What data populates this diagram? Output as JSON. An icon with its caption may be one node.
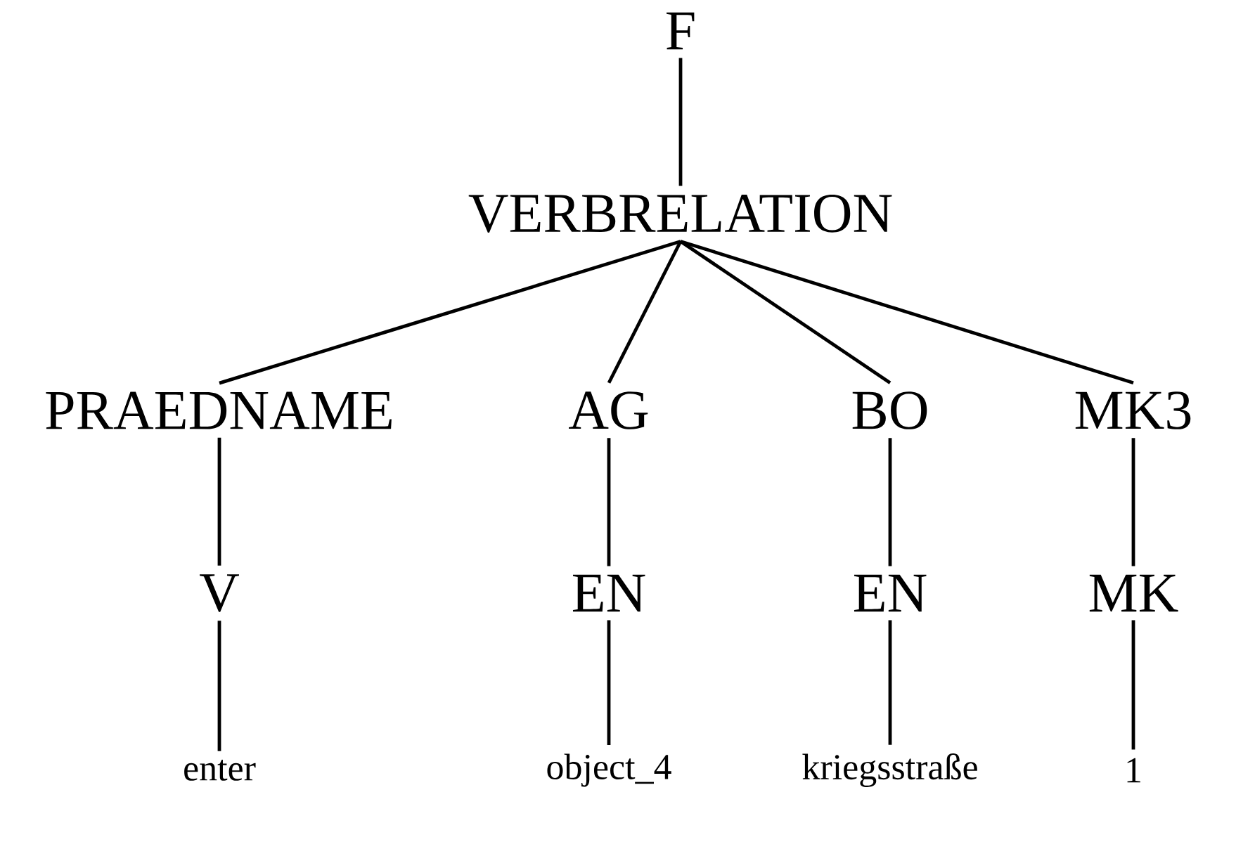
{
  "diagram": {
    "nodes": [
      {
        "text": [
          "F"
        ]
      },
      {
        "text": [
          "VERBRELATION"
        ]
      },
      {
        "text": [
          "PRAEDNAME"
        ]
      },
      {
        "text": [
          "AG"
        ]
      },
      {
        "text": [
          "BO"
        ]
      },
      {
        "text": [
          "MK3"
        ]
      },
      {
        "text": [
          "V"
        ]
      },
      {
        "text": [
          "EN"
        ]
      },
      {
        "text": [
          "EN"
        ]
      },
      {
        "text": [
          "MK"
        ]
      },
      {
        "text": [
          "enter"
        ]
      },
      {
        "text": [
          "object_4"
        ]
      },
      {
        "text": [
          "kriegsstraße"
        ]
      },
      {
        "text": [
          "1"
        ]
      }
    ],
    "edges": [
      {
        "from": 0,
        "to": 1,
        "arrow": "none"
      },
      {
        "from": 1,
        "to": 2,
        "arrow": "none"
      },
      {
        "from": 1,
        "to": 3,
        "arrow": "none"
      },
      {
        "from": 1,
        "to": 4,
        "arrow": "none"
      },
      {
        "from": 1,
        "to": 5,
        "arrow": "none"
      },
      {
        "from": 2,
        "to": 6,
        "arrow": "none"
      },
      {
        "from": 3,
        "to": 7,
        "arrow": "none"
      },
      {
        "from": 4,
        "to": 8,
        "arrow": "none"
      },
      {
        "from": 5,
        "to": 9,
        "arrow": "none"
      },
      {
        "from": 6,
        "to": 10,
        "arrow": "none"
      },
      {
        "from": 7,
        "to": 11,
        "arrow": "none"
      },
      {
        "from": 8,
        "to": 12,
        "arrow": "none"
      },
      {
        "from": 9,
        "to": 13,
        "arrow": "none"
      }
    ]
  }
}
